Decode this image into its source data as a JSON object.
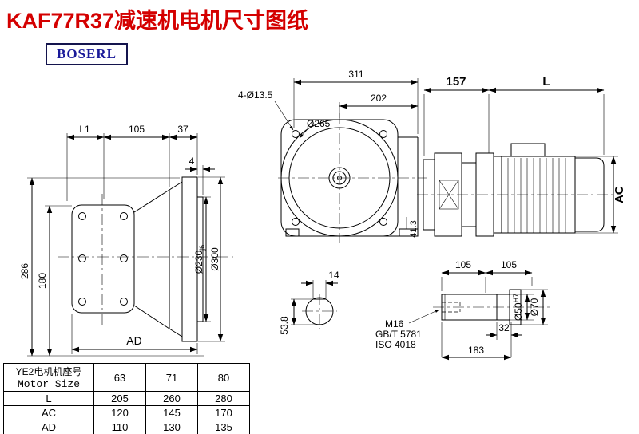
{
  "title": "KAF77R37减速机电机尺寸图纸",
  "logo": "BOSERL",
  "left_view": {
    "dim_l1": "L1",
    "dim_105": "105",
    "dim_37": "37",
    "dim_4": "4",
    "dim_286": "286",
    "dim_180": "180",
    "dim_d230": "Ø230",
    "dim_d230_tol": "j6",
    "dim_d300": "Ø300",
    "dim_ad": "AD"
  },
  "front_view": {
    "dim_311": "311",
    "dim_202": "202",
    "bolt_holes": "4-Ø13.5",
    "dim_d265": "Ø265",
    "dim_41_3": "41.3"
  },
  "motor_view": {
    "dim_157": "157",
    "dim_l": "L",
    "dim_ac": "AC"
  },
  "shaft_section": {
    "dim_14": "14",
    "dim_53_8": "53.8"
  },
  "shaft_detail": {
    "dim_105_a": "105",
    "dim_105_b": "105",
    "thread_label": "M16",
    "standard_1": "GB/T 5781",
    "standard_2": "ISO 4018",
    "dim_32": "32",
    "dim_183": "183",
    "dim_d50": "Ø50",
    "dim_d50_tol": "H7",
    "dim_d70": "Ø70"
  },
  "table": {
    "header_cn": "YE2电机机座号",
    "header_en": "Motor Size",
    "sizes": [
      "63",
      "71",
      "80"
    ],
    "rows": [
      {
        "label": "L",
        "values": [
          "205",
          "260",
          "280"
        ]
      },
      {
        "label": "AC",
        "values": [
          "120",
          "145",
          "170"
        ]
      },
      {
        "label": "AD",
        "values": [
          "110",
          "130",
          "135"
        ]
      }
    ]
  }
}
